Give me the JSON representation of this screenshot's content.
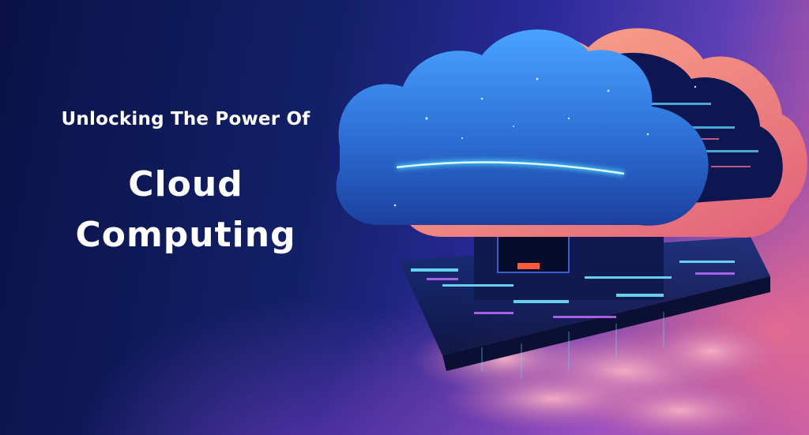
{
  "banner": {
    "kicker": "Unlocking The Power Of",
    "title_line_1": "Cloud",
    "title_line_2": "Computing"
  },
  "illustration": {
    "subject": "cloud-computing-illustration",
    "colors": {
      "background_dark": "#0a1247",
      "background_light": "#c25aa6",
      "cloud_face": "#2a6fd6",
      "cloud_rim": "#f08a78",
      "neon_line": "#4fd8ff"
    }
  }
}
